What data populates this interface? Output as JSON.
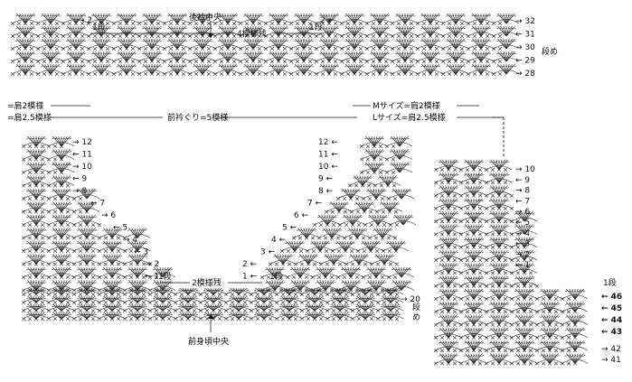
{
  "labels": {
    "back_center": "後衿中央",
    "back_remaining": "4模様残",
    "first_row": "1段",
    "row_suffix": "段め",
    "row_suffix_short": "段",
    "row_suffix_me": "め",
    "shoulder_m_left": "=肩2模様",
    "shoulder_l_left": "=肩2.5模様",
    "neckline": "前衿ぐり=5模様",
    "m_size": "Mサイズ=肩2模様",
    "l_size": "Lサイズ=肩2.5模様",
    "front_remaining": "2模様残",
    "front_center": "前身頃中央"
  },
  "rows": {
    "back_top": [
      "32",
      "31",
      "30",
      "29",
      "28"
    ],
    "back_left": [
      "2",
      "1"
    ],
    "left_piece": [
      "12",
      "11",
      "10",
      "9",
      "8",
      "7",
      "6",
      "5",
      "4",
      "3",
      "2",
      "1"
    ],
    "right_piece": [
      "12",
      "11",
      "10",
      "9",
      "8",
      "7",
      "6",
      "5",
      "4",
      "3",
      "2",
      "1"
    ],
    "bottom_row": "20",
    "side_piece": [
      "10",
      "9",
      "8",
      "7",
      "6",
      "5",
      "4",
      "3",
      "2",
      "1"
    ],
    "side_bold": [
      "46",
      "45",
      "44",
      "43"
    ],
    "side_bottom": [
      "42",
      "41"
    ]
  }
}
